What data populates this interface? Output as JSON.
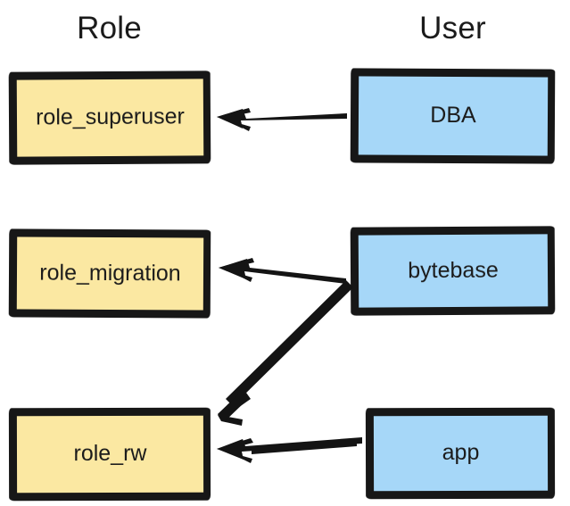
{
  "diagram": {
    "title_columns": {
      "role": "Role",
      "user": "User"
    },
    "colors": {
      "role_fill": "#fbe8a2",
      "user_fill": "#a6d7f8",
      "stroke": "#171717",
      "background": "#ffffff",
      "text": "#1b1b1b"
    },
    "nodes": [
      {
        "id": "role_superuser",
        "label": "role_superuser",
        "column": "Role",
        "row": 1
      },
      {
        "id": "role_migration",
        "label": "role_migration",
        "column": "Role",
        "row": 2
      },
      {
        "id": "role_rw",
        "label": "role_rw",
        "column": "Role",
        "row": 3
      },
      {
        "id": "dba",
        "label": "DBA",
        "column": "User",
        "row": 1
      },
      {
        "id": "bytebase",
        "label": "bytebase",
        "column": "User",
        "row": 2
      },
      {
        "id": "app",
        "label": "app",
        "column": "User",
        "row": 3
      }
    ],
    "edges": [
      {
        "id": "dba-to-role-superuser",
        "from": "DBA",
        "to": "role_superuser",
        "direction": "left"
      },
      {
        "id": "bytebase-to-role-migration",
        "from": "bytebase",
        "to": "role_migration",
        "direction": "left"
      },
      {
        "id": "bytebase-to-role-rw",
        "from": "bytebase",
        "to": "role_rw",
        "direction": "diagonal-down-left"
      },
      {
        "id": "app-to-role-rw",
        "from": "app",
        "to": "role_rw",
        "direction": "left"
      }
    ]
  }
}
